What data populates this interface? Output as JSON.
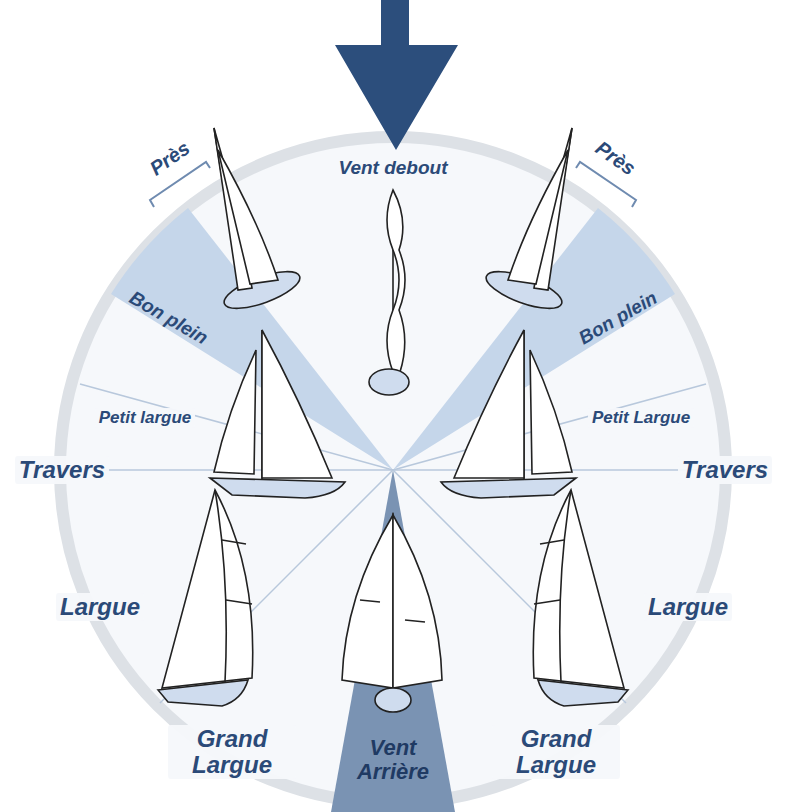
{
  "diagram": {
    "labels": [
      "Près",
      "Vent debout",
      "Près",
      "Bon plein",
      "Bon plein",
      "Petit largue",
      "Petit Largue",
      "Travers",
      "Travers",
      "Largue",
      "Largue",
      "Grand Largue",
      "Vent Arrière",
      "Grand Largue"
    ]
  }
}
